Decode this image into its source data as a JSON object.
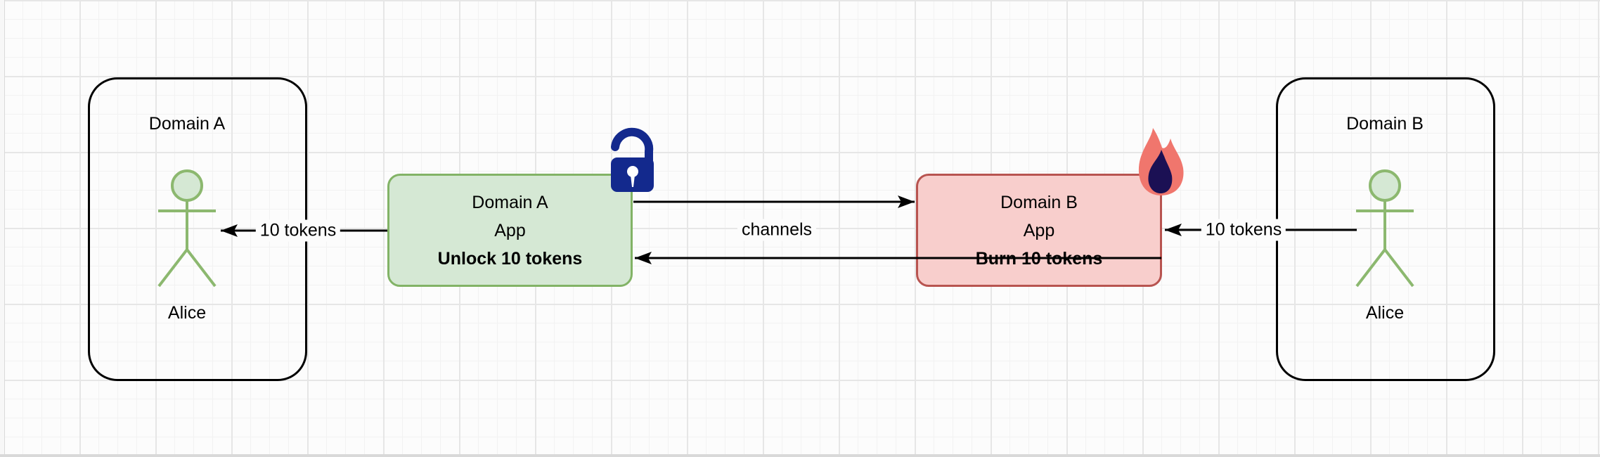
{
  "canvas": {
    "domain_a": {
      "title": "Domain A",
      "actor": "Alice"
    },
    "domain_b": {
      "title": "Domain B",
      "actor": "Alice"
    },
    "app_a": {
      "line1": "Domain A",
      "line2": "App",
      "action": "Unlock 10 tokens"
    },
    "app_b": {
      "line1": "Domain B",
      "line2": "App",
      "action": "Burn 10 tokens"
    },
    "edges": {
      "channels_label": "channels",
      "tokens_to_alice_a": "10 tokens",
      "tokens_from_alice_b": "10 tokens"
    },
    "icons": {
      "lock": "unlock-padlock-icon",
      "fire": "burn-flame-icon"
    },
    "colors": {
      "app_a_fill": "#d5e8d4",
      "app_a_border": "#82b366",
      "app_b_fill": "#f8cecc",
      "app_b_border": "#b85450",
      "lock_blue": "#13298d",
      "flame_outer": "#f0766d",
      "flame_inner": "#1b1054",
      "actor_green": "#8cb86f",
      "arrow": "#000000",
      "domain_border": "#000000"
    }
  }
}
